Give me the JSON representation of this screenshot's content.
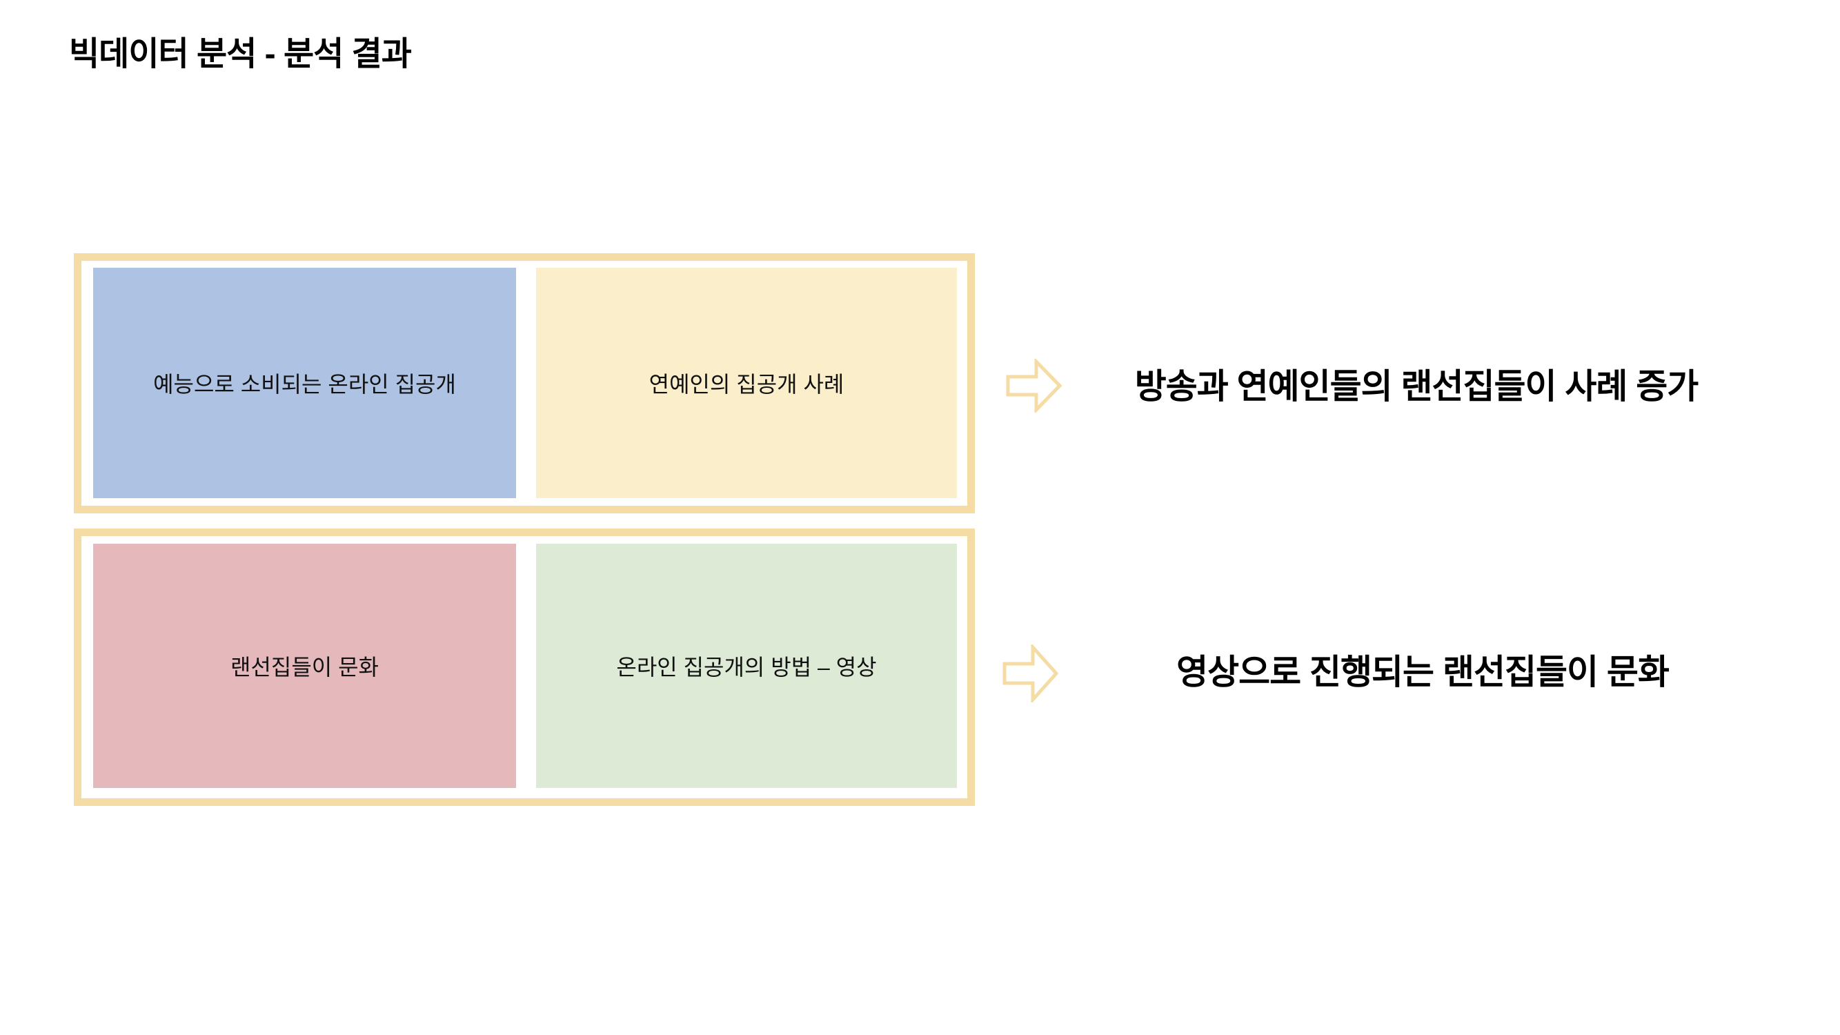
{
  "slide": {
    "title": "빅데이터 분석 - 분석 결과",
    "groups": [
      {
        "source_boxes": [
          {
            "label": "예능으로 소비되는 온라인 집공개"
          },
          {
            "label": "연예인의 집공개 사례"
          }
        ],
        "conclusion": "방송과 연예인들의 랜선집들이 사례 증가"
      },
      {
        "source_boxes": [
          {
            "label": "랜선집들이 문화"
          },
          {
            "label": "온라인 집공개의 방법 – 영상"
          }
        ],
        "conclusion": "영상으로 진행되는 랜선집들이 문화"
      }
    ],
    "colors": {
      "accent_gold": "#F4DCA4",
      "box_blue": "#AEC3E3",
      "box_cream": "#FBEECA",
      "box_pink": "#E5B9BC",
      "box_green": "#DDEAD6",
      "text": "#000000"
    }
  }
}
